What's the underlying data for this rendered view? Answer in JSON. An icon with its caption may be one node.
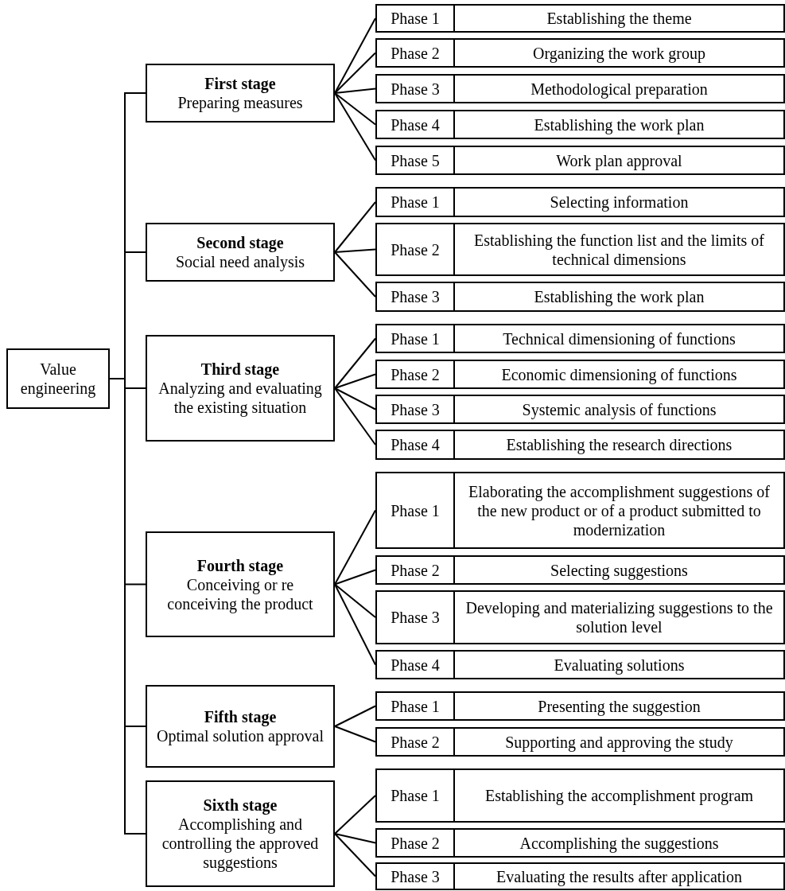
{
  "diagram": {
    "nodes": [
      {
        "text": [
          "Value engineering"
        ]
      },
      {
        "text": [
          "First stage",
          "Preparing measures"
        ]
      },
      {
        "text": [
          "Phase 1",
          "Establishing the theme"
        ]
      },
      {
        "text": [
          "Phase 2",
          "Organizing the work group"
        ]
      },
      {
        "text": [
          "Phase 3",
          "Methodological preparation"
        ]
      },
      {
        "text": [
          "Phase 4",
          "Establishing the work plan"
        ]
      },
      {
        "text": [
          "Phase 5",
          "Work plan approval"
        ]
      },
      {
        "text": [
          "Second stage",
          "Social need analysis"
        ]
      },
      {
        "text": [
          "Phase 1",
          "Selecting information"
        ]
      },
      {
        "text": [
          "Phase 2",
          "Establishing the function list and the limits of technical dimensions"
        ]
      },
      {
        "text": [
          "Phase 3",
          "Establishing the work plan"
        ]
      },
      {
        "text": [
          "Third stage",
          "Analyzing and evaluating the existing situation"
        ]
      },
      {
        "text": [
          "Phase 1",
          "Technical dimensioning of functions"
        ]
      },
      {
        "text": [
          "Phase 2",
          "Economic dimensioning of functions"
        ]
      },
      {
        "text": [
          "Phase 3",
          "Systemic analysis of functions"
        ]
      },
      {
        "text": [
          "Phase 4",
          "Establishing the research directions"
        ]
      },
      {
        "text": [
          "Fourth stage",
          "Conceiving or re conceiving the product"
        ]
      },
      {
        "text": [
          "Phase 1",
          "Elaborating the accomplishment suggestions of the new product or of a product submitted to modernization"
        ]
      },
      {
        "text": [
          "Phase 2",
          "Selecting suggestions"
        ]
      },
      {
        "text": [
          "Phase 3",
          "Developing and materializing suggestions to the solution level"
        ]
      },
      {
        "text": [
          "Phase 4",
          "Evaluating solutions"
        ]
      },
      {
        "text": [
          "Fifth stage",
          "Optimal solution approval"
        ]
      },
      {
        "text": [
          "Phase 1",
          "Presenting the suggestion"
        ]
      },
      {
        "text": [
          "Phase 2",
          "Supporting and approving the study"
        ]
      },
      {
        "text": [
          "Sixth stage",
          "Accomplishing and controlling the approved suggestions"
        ]
      },
      {
        "text": [
          "Phase 1",
          "Establishing the accomplishment program"
        ]
      },
      {
        "text": [
          "Phase 2",
          "Accomplishing the suggestions"
        ]
      },
      {
        "text": [
          "Phase 3",
          "Evaluating the results after application"
        ]
      }
    ],
    "edges": [
      {
        "from": 0,
        "to": 1,
        "arrow": "none"
      },
      {
        "from": 0,
        "to": 7,
        "arrow": "none"
      },
      {
        "from": 0,
        "to": 11,
        "arrow": "none"
      },
      {
        "from": 0,
        "to": 16,
        "arrow": "none"
      },
      {
        "from": 0,
        "to": 21,
        "arrow": "none"
      },
      {
        "from": 0,
        "to": 24,
        "arrow": "none"
      },
      {
        "from": 1,
        "to": 2,
        "arrow": "none"
      },
      {
        "from": 1,
        "to": 3,
        "arrow": "none"
      },
      {
        "from": 1,
        "to": 4,
        "arrow": "none"
      },
      {
        "from": 1,
        "to": 5,
        "arrow": "none"
      },
      {
        "from": 1,
        "to": 6,
        "arrow": "none"
      },
      {
        "from": 7,
        "to": 8,
        "arrow": "none"
      },
      {
        "from": 7,
        "to": 9,
        "arrow": "none"
      },
      {
        "from": 7,
        "to": 10,
        "arrow": "none"
      },
      {
        "from": 11,
        "to": 12,
        "arrow": "none"
      },
      {
        "from": 11,
        "to": 13,
        "arrow": "none"
      },
      {
        "from": 11,
        "to": 14,
        "arrow": "none"
      },
      {
        "from": 11,
        "to": 15,
        "arrow": "none"
      },
      {
        "from": 16,
        "to": 17,
        "arrow": "none"
      },
      {
        "from": 16,
        "to": 18,
        "arrow": "none"
      },
      {
        "from": 16,
        "to": 19,
        "arrow": "none"
      },
      {
        "from": 16,
        "to": 20,
        "arrow": "none"
      },
      {
        "from": 21,
        "to": 22,
        "arrow": "none"
      },
      {
        "from": 21,
        "to": 23,
        "arrow": "none"
      },
      {
        "from": 24,
        "to": 25,
        "arrow": "none"
      },
      {
        "from": 24,
        "to": 26,
        "arrow": "none"
      },
      {
        "from": 24,
        "to": 27,
        "arrow": "none"
      }
    ]
  }
}
